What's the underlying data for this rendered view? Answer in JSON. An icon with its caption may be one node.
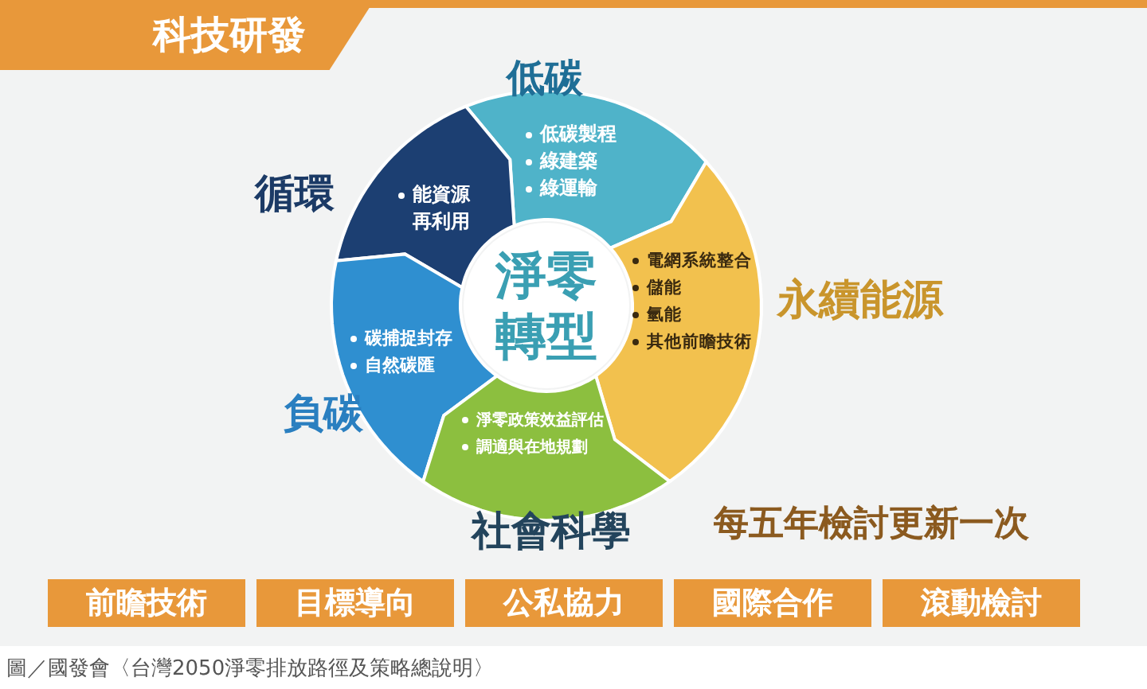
{
  "diagram": {
    "title": "科技研發",
    "nodes": [
      {
        "text": [
          "低碳",
          "低碳製程",
          "綠建築",
          "綠運輸"
        ]
      },
      {
        "text": [
          "循環",
          "能資源再利用"
        ]
      },
      {
        "text": [
          "淨零轉型"
        ]
      },
      {
        "text": [
          "永續能源",
          "電網系統整合",
          "儲能",
          "氫能",
          "其他前瞻技術"
        ]
      },
      {
        "text": [
          "碳捕捉封存",
          "自然碳匯",
          "負碳"
        ]
      },
      {
        "text": [
          "淨零政策效益評估",
          "調適與在地規劃",
          "社會科學"
        ]
      },
      {
        "text": [
          "前瞻技術"
        ]
      },
      {
        "text": [
          "目標導向"
        ]
      },
      {
        "text": [
          "公私協力"
        ]
      },
      {
        "text": [
          "國際合作"
        ]
      },
      {
        "text": [
          "滾動檢討"
        ]
      }
    ],
    "labels": [
      "每五年檢討更新一次"
    ],
    "caption": "圖／國發會〈台灣2050淨零排放路徑及策略總說明〉"
  }
}
